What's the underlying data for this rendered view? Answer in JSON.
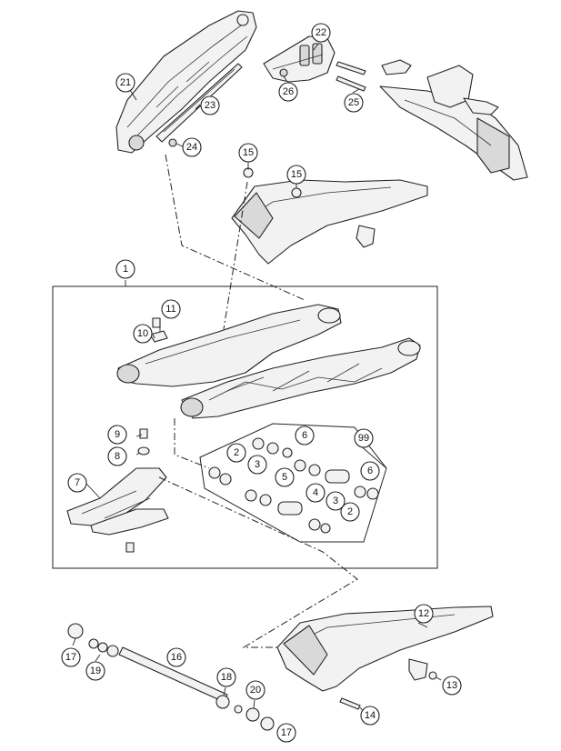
{
  "callouts": [
    {
      "label": "1"
    },
    {
      "label": "2"
    },
    {
      "label": "2"
    },
    {
      "label": "3"
    },
    {
      "label": "3"
    },
    {
      "label": "4"
    },
    {
      "label": "5"
    },
    {
      "label": "6"
    },
    {
      "label": "6"
    },
    {
      "label": "7"
    },
    {
      "label": "8"
    },
    {
      "label": "9"
    },
    {
      "label": "10"
    },
    {
      "label": "11"
    },
    {
      "label": "12"
    },
    {
      "label": "13"
    },
    {
      "label": "14"
    },
    {
      "label": "15"
    },
    {
      "label": "15"
    },
    {
      "label": "16"
    },
    {
      "label": "17"
    },
    {
      "label": "17"
    },
    {
      "label": "18"
    },
    {
      "label": "19"
    },
    {
      "label": "20"
    },
    {
      "label": "21"
    },
    {
      "label": "22"
    },
    {
      "label": "23"
    },
    {
      "label": "24"
    },
    {
      "label": "25"
    },
    {
      "label": "26"
    },
    {
      "label": "99"
    }
  ]
}
